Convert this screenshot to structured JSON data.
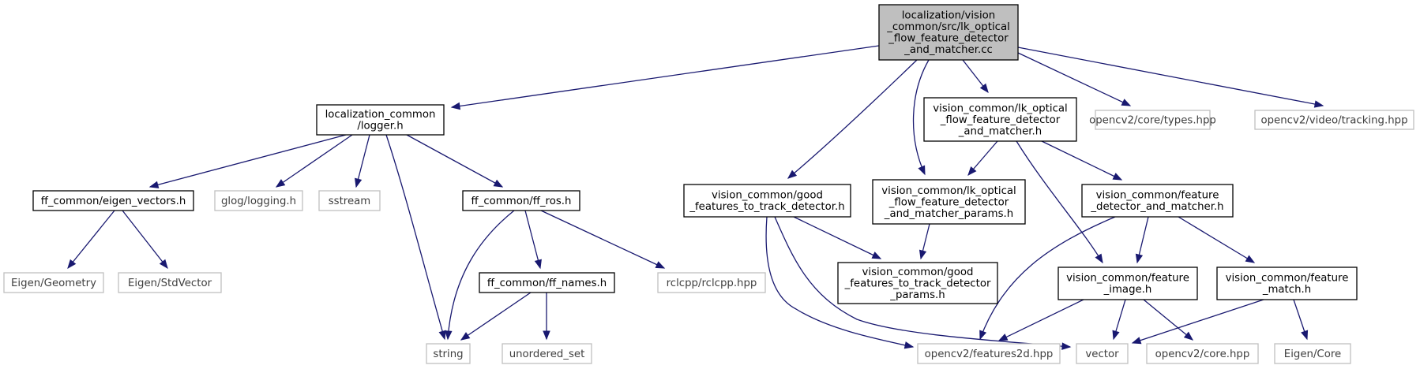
{
  "colors": {
    "edge": "#191970",
    "root_fill": "#bfbfbf",
    "root_stroke": "#000000",
    "node_fill": "#ffffff",
    "node_stroke": "#000000",
    "external_stroke": "#bfbfbf",
    "text": "#000000",
    "external_text": "#3f3f3f"
  },
  "nodes": [
    {
      "id": "root",
      "kind": "root",
      "lines": [
        "localization/vision",
        "_common/src/lk_optical",
        "_flow_feature_detector",
        "_and_matcher.cc"
      ]
    },
    {
      "id": "logger",
      "kind": "doc",
      "lines": [
        "localization_common",
        "/logger.h"
      ]
    },
    {
      "id": "lk_h",
      "kind": "doc",
      "lines": [
        "vision_common/lk_optical",
        "_flow_feature_detector",
        "_and_matcher.h"
      ]
    },
    {
      "id": "types",
      "kind": "external",
      "lines": [
        "opencv2/core/types.hpp"
      ]
    },
    {
      "id": "tracking",
      "kind": "external",
      "lines": [
        "opencv2/video/tracking.hpp"
      ]
    },
    {
      "id": "eigen_vectors",
      "kind": "doc",
      "lines": [
        "ff_common/eigen_vectors.h"
      ]
    },
    {
      "id": "glog",
      "kind": "external",
      "lines": [
        "glog/logging.h"
      ]
    },
    {
      "id": "sstream",
      "kind": "external",
      "lines": [
        "sstream"
      ]
    },
    {
      "id": "ff_ros",
      "kind": "doc",
      "lines": [
        "ff_common/ff_ros.h"
      ]
    },
    {
      "id": "gftt",
      "kind": "doc",
      "lines": [
        "vision_common/good",
        "_features_to_track_detector.h"
      ]
    },
    {
      "id": "lk_params",
      "kind": "doc",
      "lines": [
        "vision_common/lk_optical",
        "_flow_feature_detector",
        "_and_matcher_params.h"
      ]
    },
    {
      "id": "fdm",
      "kind": "doc",
      "lines": [
        "vision_common/feature",
        "_detector_and_matcher.h"
      ]
    },
    {
      "id": "geometry",
      "kind": "external",
      "lines": [
        "Eigen/Geometry"
      ]
    },
    {
      "id": "stdvector",
      "kind": "external",
      "lines": [
        "Eigen/StdVector"
      ]
    },
    {
      "id": "ff_names",
      "kind": "doc",
      "lines": [
        "ff_common/ff_names.h"
      ]
    },
    {
      "id": "rclcpp",
      "kind": "external",
      "lines": [
        "rclcpp/rclcpp.hpp"
      ]
    },
    {
      "id": "gftt_params",
      "kind": "doc",
      "lines": [
        "vision_common/good",
        "_features_to_track_detector",
        "_params.h"
      ]
    },
    {
      "id": "feature_image",
      "kind": "doc",
      "lines": [
        "vision_common/feature",
        "_image.h"
      ]
    },
    {
      "id": "feature_match",
      "kind": "doc",
      "lines": [
        "vision_common/feature",
        "_match.h"
      ]
    },
    {
      "id": "string",
      "kind": "external",
      "lines": [
        "string"
      ]
    },
    {
      "id": "unordered_set",
      "kind": "external",
      "lines": [
        "unordered_set"
      ]
    },
    {
      "id": "features2d",
      "kind": "external",
      "lines": [
        "opencv2/features2d.hpp"
      ]
    },
    {
      "id": "vector",
      "kind": "external",
      "lines": [
        "vector"
      ]
    },
    {
      "id": "core_hpp",
      "kind": "external",
      "lines": [
        "opencv2/core.hpp"
      ]
    },
    {
      "id": "eigen_core",
      "kind": "external",
      "lines": [
        "Eigen/Core"
      ]
    }
  ],
  "edges": [
    [
      "root",
      "logger"
    ],
    [
      "root",
      "gftt"
    ],
    [
      "root",
      "lk_params"
    ],
    [
      "root",
      "lk_h"
    ],
    [
      "root",
      "types"
    ],
    [
      "root",
      "tracking"
    ],
    [
      "logger",
      "eigen_vectors"
    ],
    [
      "logger",
      "glog"
    ],
    [
      "logger",
      "sstream"
    ],
    [
      "logger",
      "string"
    ],
    [
      "logger",
      "ff_ros"
    ],
    [
      "eigen_vectors",
      "geometry"
    ],
    [
      "eigen_vectors",
      "stdvector"
    ],
    [
      "ff_ros",
      "string"
    ],
    [
      "ff_ros",
      "ff_names"
    ],
    [
      "ff_ros",
      "rclcpp"
    ],
    [
      "ff_names",
      "string"
    ],
    [
      "ff_names",
      "unordered_set"
    ],
    [
      "gftt",
      "gftt_params"
    ],
    [
      "gftt",
      "features2d"
    ],
    [
      "gftt",
      "vector"
    ],
    [
      "lk_h",
      "lk_params"
    ],
    [
      "lk_h",
      "fdm"
    ],
    [
      "lk_h",
      "feature_image"
    ],
    [
      "lk_params",
      "gftt_params"
    ],
    [
      "fdm",
      "feature_image"
    ],
    [
      "fdm",
      "feature_match"
    ],
    [
      "fdm",
      "features2d"
    ],
    [
      "feature_image",
      "features2d"
    ],
    [
      "feature_image",
      "vector"
    ],
    [
      "feature_image",
      "core_hpp"
    ],
    [
      "feature_match",
      "vector"
    ],
    [
      "feature_match",
      "eigen_core"
    ]
  ]
}
